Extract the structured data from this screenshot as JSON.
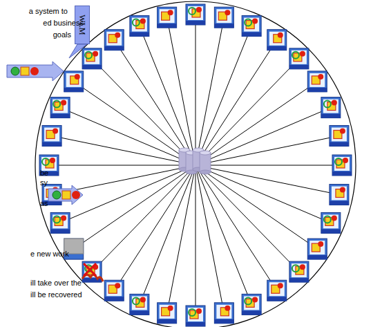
{
  "diagram": {
    "nodes": [
      {
        "text": [
          "WLM"
        ]
      }
    ],
    "labels": [
      "a system to",
      "ed business",
      "goals",
      "be",
      "sy",
      "as",
      "e new work",
      "ill take over the",
      "ill be recovered"
    ]
  }
}
